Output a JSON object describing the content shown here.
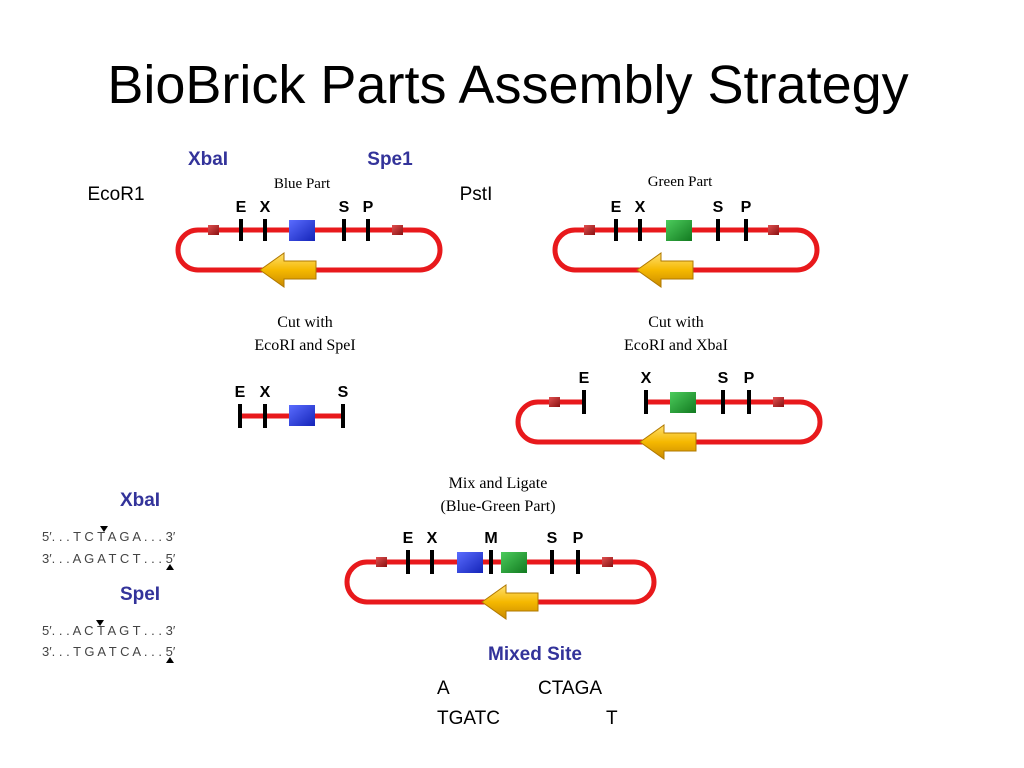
{
  "slide": {
    "title": "BioBrick Parts Assembly Strategy"
  },
  "annotations": {
    "xbai_top": "XbaI",
    "spe1_top": "Spe1",
    "ecor1": "EcoR1",
    "psti": "PstI",
    "mixed_site": "Mixed Site",
    "mixed_seq_line1_a": "A",
    "mixed_seq_line1_b": "CTAGA",
    "mixed_seq_line2_a": "TGATC",
    "mixed_seq_line2_b": "T"
  },
  "diagram": {
    "blue_part_label": "Blue Part",
    "green_part_label": "Green Part",
    "cut_blue_line1": "Cut with",
    "cut_blue_line2": "EcoRI and SpeI",
    "cut_green_line1": "Cut with",
    "cut_green_line2": "EcoRI and XbaI",
    "mix_line1": "Mix and Ligate",
    "mix_line2": "(Blue-Green Part)",
    "site_E": "E",
    "site_X": "X",
    "site_S": "S",
    "site_P": "P",
    "site_M": "M"
  },
  "sequences": {
    "xbai_label": "XbaI",
    "xbai_top": "5′. . . T C T A G A . . . 3′",
    "xbai_bottom": "3′. . . A G A T C T . . . 5′",
    "spei_label": "SpeI",
    "spei_top": "5′. . . A C T A G T . . . 3′",
    "spei_bottom": "3′. . . T G A T C A . . . 5′"
  },
  "colors": {
    "title": "#000000",
    "accent_label": "#33339a",
    "plasmid": "#e8191c",
    "blue_part": "#2433d6",
    "green_part": "#1e9a2c",
    "arrow": "#f2b400"
  }
}
